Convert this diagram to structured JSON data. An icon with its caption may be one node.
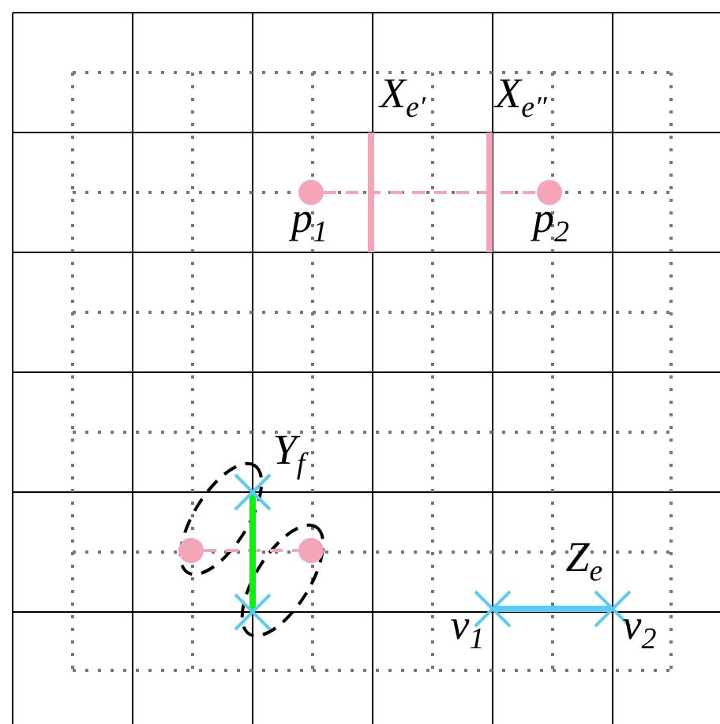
{
  "diagram": {
    "nodes": [
      {
        "text": [],
        "shape": "circle",
        "beside": [
          "p$_{1}$"
        ]
      },
      {
        "text": [],
        "shape": "circle",
        "beside": [
          "p$_{2}$"
        ]
      },
      {
        "text": [],
        "shape": "cross"
      },
      {
        "text": [],
        "shape": "circle"
      },
      {
        "text": [],
        "shape": "circle"
      },
      {
        "text": [],
        "shape": "cross"
      },
      {
        "text": [],
        "shape": "cross",
        "beside": [
          "v$_{1}$"
        ]
      },
      {
        "text": [],
        "shape": "cross",
        "beside": [
          "v$_{2}$"
        ]
      }
    ],
    "edges": [
      {
        "from": 0,
        "to": 1,
        "arrow": "none",
        "style": "dashed"
      },
      {
        "from": 3,
        "to": 4,
        "arrow": "none",
        "style": "dashed"
      },
      {
        "from": 2,
        "to": 5,
        "arrow": "none",
        "style": "thick",
        "color": "#11ee11"
      },
      {
        "from": 6,
        "to": 7,
        "arrow": "none",
        "style": "thick",
        "color": "#5ccbf4"
      }
    ],
    "labels": [
      "X$_{e′}$",
      "X$_{e″}$",
      "Y$_{f}$",
      "Z$_{e}$"
    ]
  }
}
